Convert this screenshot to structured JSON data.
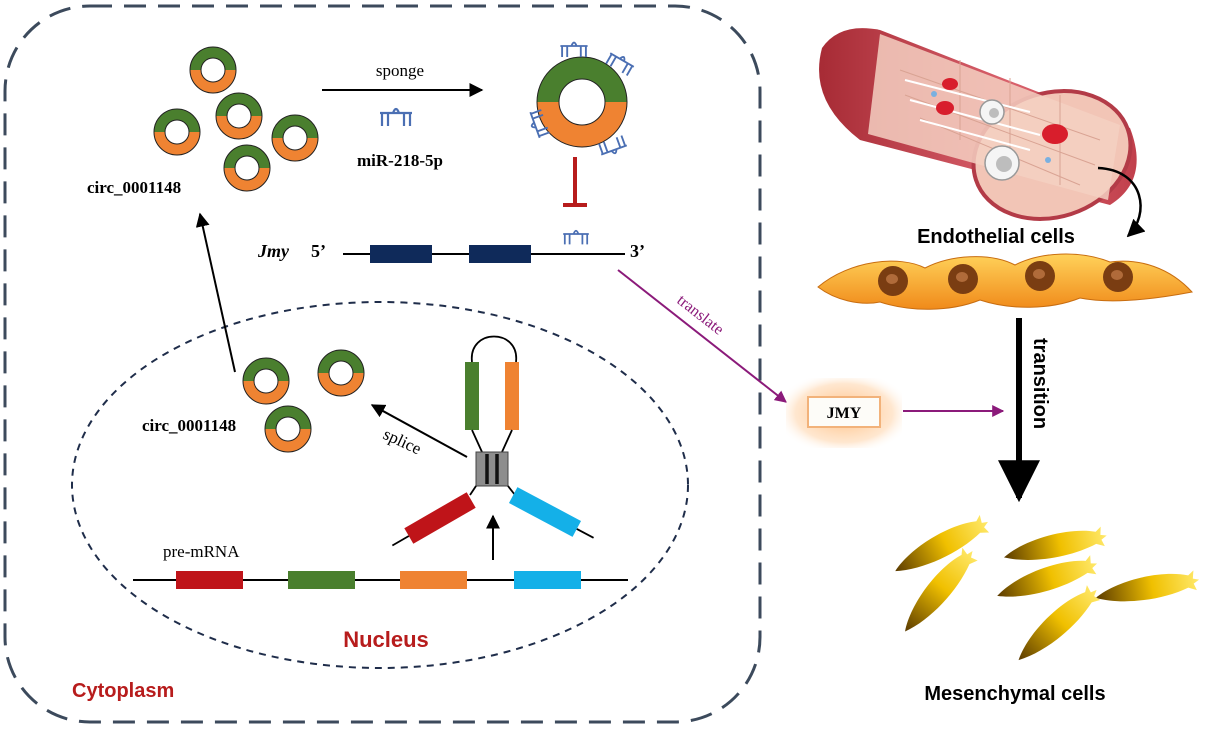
{
  "labels": {
    "circ_top": "circ_0001148",
    "circ_nucleus": "circ_0001148",
    "sponge": "sponge",
    "mirna": "miR-218-5p",
    "gene": "Jmy",
    "five_prime": "5’",
    "three_prime": "3’",
    "translate": "translate",
    "splice": "splice",
    "premrna": "pre-mRNA",
    "nucleus": "Nucleus",
    "cytoplasm": "Cytoplasm",
    "protein": "JMY",
    "endothelial": "Endothelial cells",
    "transition": "transition",
    "mesenchymal": "Mesenchymal cells"
  },
  "colors": {
    "green": "#4a7f2e",
    "orange": "#ef8332",
    "red": "#bf1419",
    "blue": "#14b0e8",
    "navy": "#0f2a5a",
    "mirna_blue": "#4b6fb3",
    "inhibit_red": "#b71c1c",
    "purple": "#8b1a7a",
    "label_red": "#b71c1c",
    "dash": "#3c4a5c"
  }
}
